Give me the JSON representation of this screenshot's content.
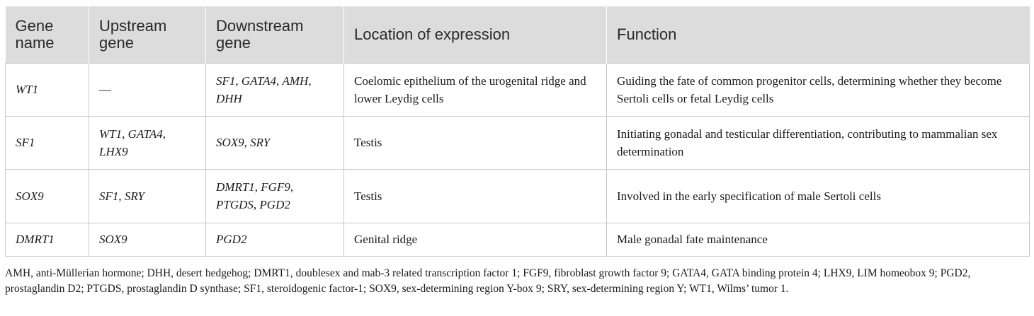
{
  "table": {
    "headers": [
      "Gene name",
      "Upstream gene",
      "Downstream gene",
      "Location of expression",
      "Function"
    ],
    "rows": [
      {
        "gene": "WT1",
        "upstream": [
          {
            "t": "—",
            "plain": true
          }
        ],
        "downstream": [
          {
            "t": "SF1"
          },
          {
            "t": ", ",
            "plain": true
          },
          {
            "t": "GATA4"
          },
          {
            "t": ", ",
            "plain": true
          },
          {
            "t": "AMH"
          },
          {
            "t": ", ",
            "plain": true
          },
          {
            "t": "DHH"
          }
        ],
        "location": "Coelomic epithelium of the urogenital ridge and lower Leydig cells",
        "function": "Guiding the fate of common progenitor cells, determining whether they become Sertoli cells or fetal Leydig cells"
      },
      {
        "gene": "SF1",
        "upstream": [
          {
            "t": "WT1"
          },
          {
            "t": ", ",
            "plain": true
          },
          {
            "t": "GATA4"
          },
          {
            "t": ", ",
            "plain": true
          },
          {
            "t": "LHX9"
          }
        ],
        "downstream": [
          {
            "t": "SOX9"
          },
          {
            "t": ", ",
            "plain": true
          },
          {
            "t": "SRY"
          }
        ],
        "location": "Testis",
        "function": "Initiating gonadal and testicular differentiation, contributing to mammalian sex determination"
      },
      {
        "gene": "SOX9",
        "upstream": [
          {
            "t": "SF1"
          },
          {
            "t": ", ",
            "plain": true
          },
          {
            "t": "SRY"
          }
        ],
        "downstream": [
          {
            "t": "DMRT1"
          },
          {
            "t": ", ",
            "plain": true
          },
          {
            "t": "FGF9"
          },
          {
            "t": ", ",
            "plain": true
          },
          {
            "t": "PTGDS"
          },
          {
            "t": ", ",
            "plain": true
          },
          {
            "t": "PGD2"
          }
        ],
        "location": "Testis",
        "function": "Involved in the early specification of male Sertoli cells"
      },
      {
        "gene": "DMRT1",
        "upstream": [
          {
            "t": "SOX9"
          }
        ],
        "downstream": [
          {
            "t": "PGD2"
          }
        ],
        "location": "Genital ridge",
        "function": "Male gonadal fate maintenance"
      }
    ]
  },
  "footnote": "AMH, anti-Müllerian hormone; DHH, desert hedgehog; DMRT1, doublesex and mab-3 related transcription factor 1; FGF9, fibroblast growth factor 9; GATA4, GATA binding protein 4; LHX9, LIM homeobox 9; PGD2, prostaglandin D2; PTGDS, prostaglandin D synthase; SF1, steroidogenic factor-1; SOX9, sex-determining region Y-box 9; SRY, sex-determining region Y; WT1, Wilms’ tumor 1."
}
